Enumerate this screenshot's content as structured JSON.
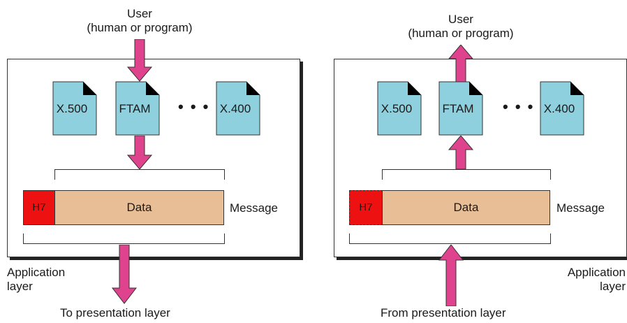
{
  "left": {
    "user_line1": "User",
    "user_line2": "(human or program)",
    "docs": [
      "X.500",
      "FTAM",
      "X.400"
    ],
    "dots": "• • •",
    "header": "H7",
    "data": "Data",
    "message": "Message",
    "layer_line1": "Application",
    "layer_line2": "layer",
    "bottom": "To presentation layer"
  },
  "right": {
    "user_line1": "User",
    "user_line2": "(human or program)",
    "docs": [
      "X.500",
      "FTAM",
      "X.400"
    ],
    "dots": "• • •",
    "header": "H7",
    "data": "Data",
    "message": "Message",
    "layer_line1": "Application",
    "layer_line2": "layer",
    "bottom": "From presentation layer"
  },
  "colors": {
    "doc_fill": "#8fd0de",
    "arrow": "#e0438e",
    "header": "#ee1111",
    "data": "#e8be96"
  }
}
